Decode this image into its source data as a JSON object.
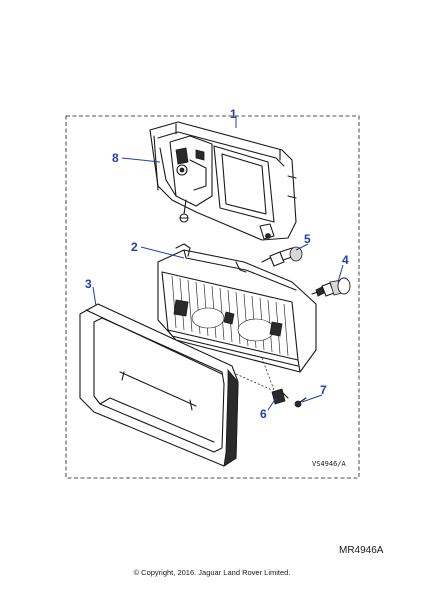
{
  "callouts": [
    "1",
    "2",
    "3",
    "4",
    "5",
    "6",
    "7",
    "8"
  ],
  "drawing_ref": "VS4946/A",
  "diagram_id": "MR4946A",
  "copyright": "© Copyright, 2016. Jaguar Land Rover Limited.",
  "colors": {
    "callout": "#1f3fb0",
    "line": "#1a1a1a",
    "background": "#ffffff"
  }
}
